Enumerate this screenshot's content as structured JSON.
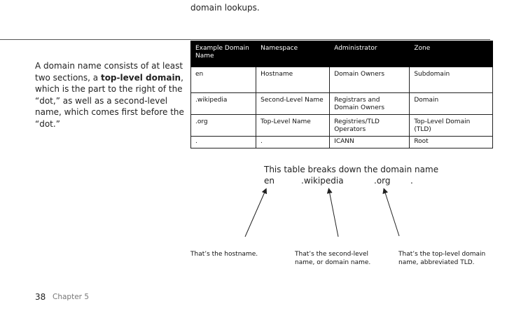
{
  "top_text": "domain lookups.",
  "body_paragraph": {
    "before": "A domain name consists of at least two sections, a ",
    "bold": "top-level domain",
    "after": ", which is the part to the right of the “dot,” as well as a second-level name, which comes first before the “dot.”"
  },
  "table": {
    "headers": [
      "Example Domain Name",
      "Namespace",
      "Administrator",
      "Zone"
    ],
    "rows": [
      [
        "en",
        "Hostname",
        "Domain Owners",
        "Subdomain"
      ],
      [
        ".wikipedia",
        "Second-Level Name",
        "Registrars and Domain Owners",
        "Domain"
      ],
      [
        ".org",
        "Top-Level Name",
        "Registries/TLD Operators",
        "Top-Level Domain (TLD)"
      ],
      [
        ".",
        ".",
        "ICANN",
        "Root"
      ]
    ]
  },
  "caption": "This table breaks down the domain name",
  "domain_parts": [
    "en",
    ".wikipedia",
    ".org",
    "."
  ],
  "notes": [
    "That’s the hostname.",
    "That’s the second-level name, or domain name.",
    "That’s the top-level domain name, abbreviated TLD."
  ],
  "footer": {
    "page_number": "38",
    "chapter": "Chapter 5"
  }
}
